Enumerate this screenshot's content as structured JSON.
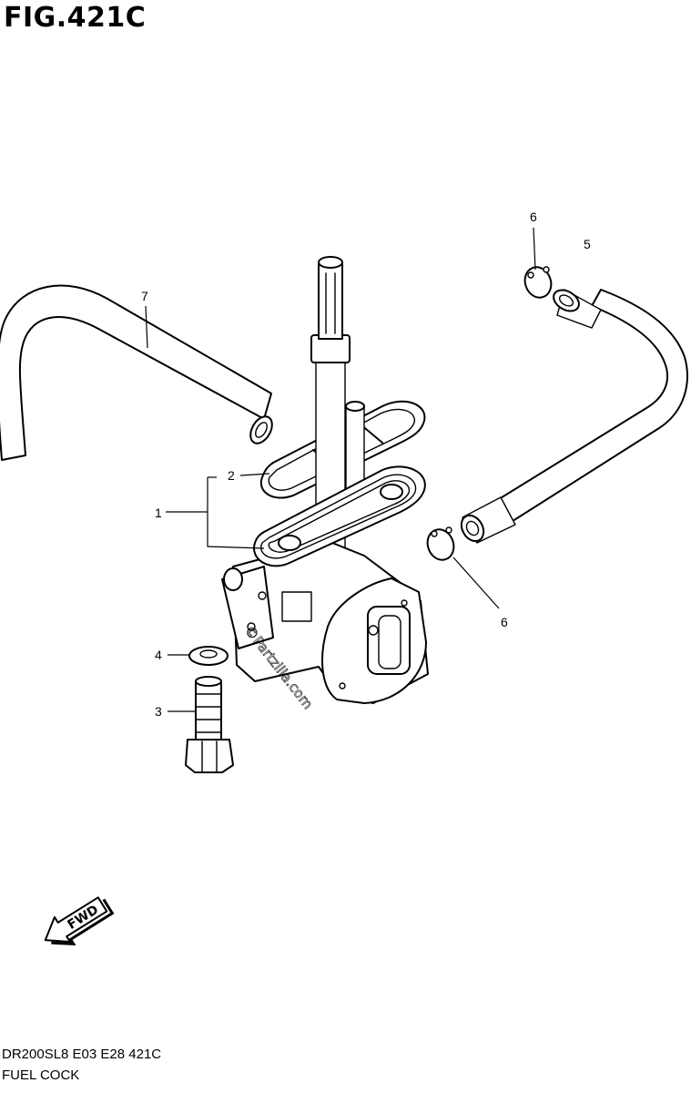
{
  "figure": {
    "title": "FIG.421C",
    "model_code": "DR200SL8  E03  E28  421C",
    "section_name": "FUEL COCK",
    "watermark": "©Partzilla.com",
    "direction_label": "FWD"
  },
  "callouts": [
    {
      "id": "callout-1",
      "number": "1"
    },
    {
      "id": "callout-2",
      "number": "2"
    },
    {
      "id": "callout-3",
      "number": "3"
    },
    {
      "id": "callout-4",
      "number": "4"
    },
    {
      "id": "callout-5",
      "number": "5"
    },
    {
      "id": "callout-6a",
      "number": "6"
    },
    {
      "id": "callout-6b",
      "number": "6"
    },
    {
      "id": "callout-7",
      "number": "7"
    }
  ]
}
